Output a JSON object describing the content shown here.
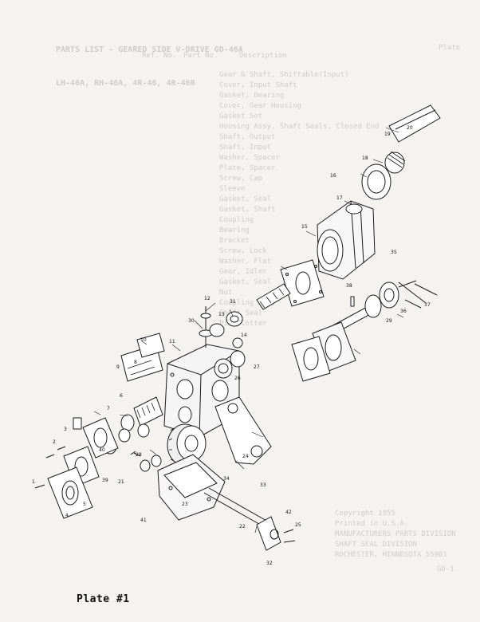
{
  "plate_label": "Plate #1",
  "bleed_through": {
    "title_lines": [
      "PARTS LIST - GEARED SIDE V-DRIVE GD-46A",
      "LH-46A, RH-46A, 4R-46, 4R-46R"
    ],
    "column_headers": [
      "Plate",
      "Ref. No.",
      "Part No.",
      "Description"
    ],
    "rows": [
      "Gear & Shaft, Shiftable(Input)",
      "Cover, Input Shaft",
      "Gasket, Bearing",
      "Cover, Gear Housing",
      "Gasket Set",
      "Housing Assy, Shaft Seals, Closed End",
      "Shaft, Output",
      "Shaft, Input",
      "Washer, Spacer",
      "Plate, Spacer",
      "Screw, Cap",
      "Sleeve",
      "Gasket, Seal",
      "Gasket, Shaft",
      "Coupling",
      "Bearing",
      "Bracket",
      "Screw, Lock",
      "Washer, Flat",
      "Gear, Idler",
      "Gasket, Seal",
      "Nut",
      "Coupling Assy",
      "Shaft Seal",
      "Pin, Cotter"
    ],
    "footer_lines": [
      "Copyright 1955",
      "Printed in U.S.A.",
      "MANUFACTURERS PARTS DIVISION",
      "SHAFT SEAL DIVISION",
      "ROCHESTER, MINNESOTA 55901"
    ],
    "code": "GD-1"
  },
  "callouts": [
    "1",
    "2",
    "3",
    "4",
    "5",
    "6",
    "7",
    "8",
    "9",
    "10",
    "11",
    "12",
    "13",
    "14",
    "15",
    "16",
    "17",
    "18",
    "19",
    "20",
    "21",
    "22",
    "23",
    "24",
    "25",
    "26",
    "27",
    "28",
    "29",
    "30",
    "31",
    "32",
    "33",
    "34",
    "35",
    "36",
    "37",
    "38",
    "39",
    "40",
    "41",
    "42"
  ]
}
